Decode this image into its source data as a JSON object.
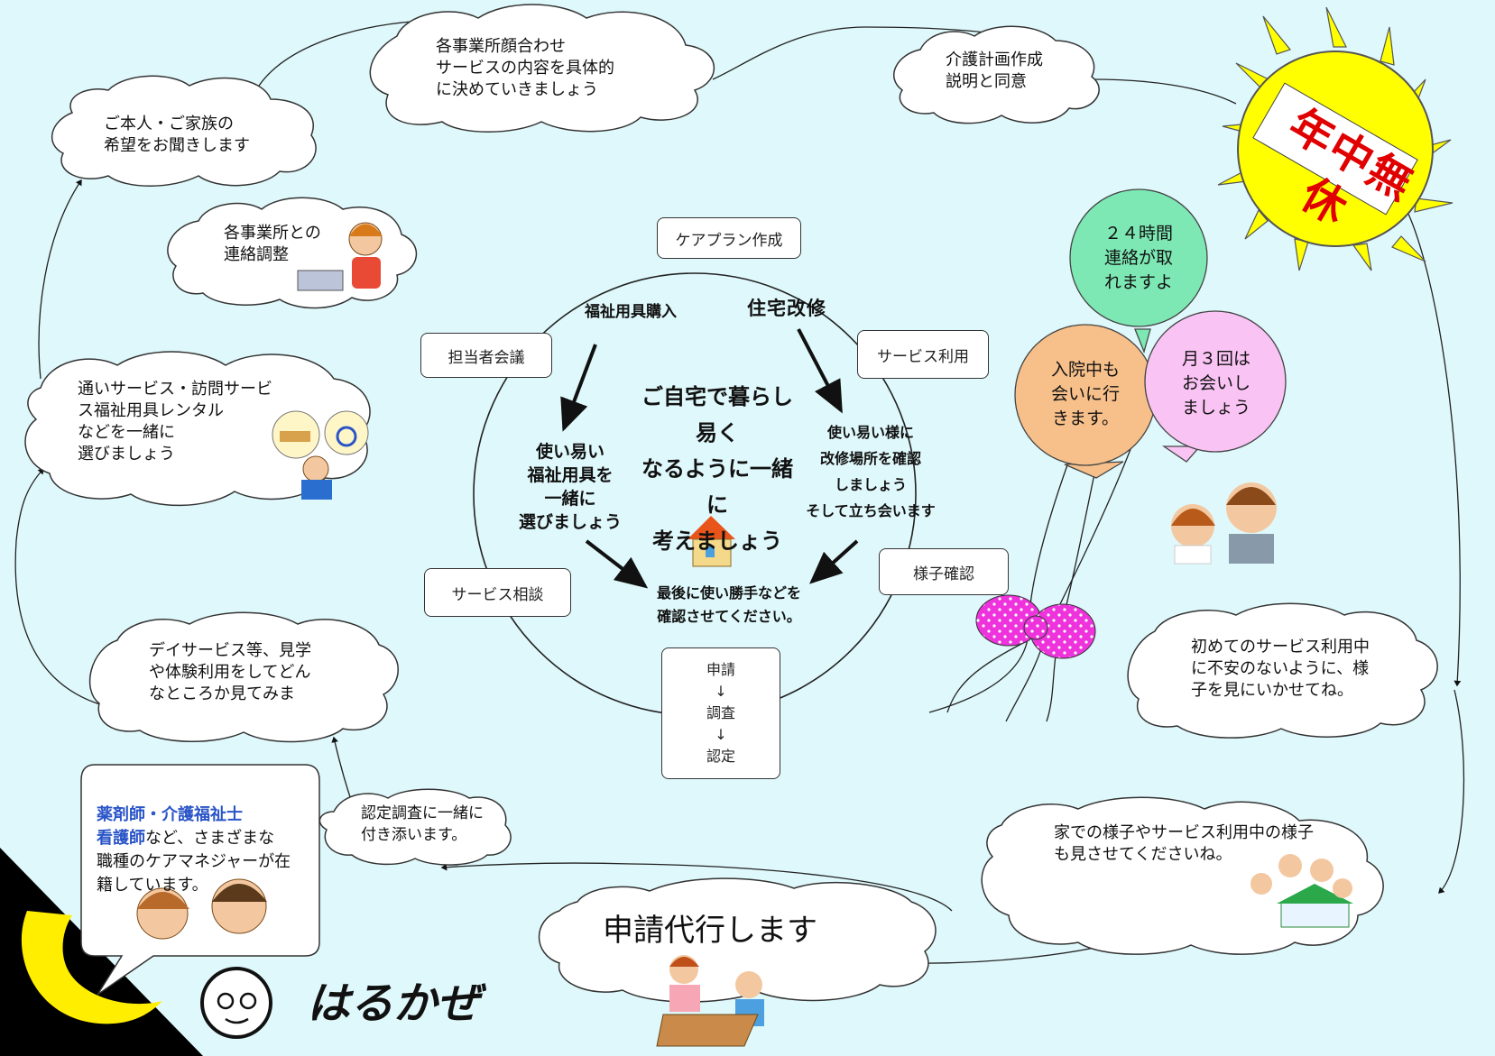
{
  "clouds": {
    "hope": "ご本人・ご家族の\n希望をお聞きします",
    "meeting": "各事業所顔合わせ\nサービスの内容を具体的\nに決めていきましょう",
    "careplan_explain": "介護計画作成\n説明と同意",
    "liaison": "各事業所との\n連絡調整",
    "choose_services": "通いサービス・訪問サービ\nス福祉用具レンタル\nなどを一緒に\n選びましょう",
    "dayservice": "デイサービス等、見学\nや体験利用をしてどん\nなところか見てみま",
    "survey_accompany": "認定調査に一緒に\n付き添います。",
    "first_use": "初めてのサービス利用中\nに不安のないように、様\n子を見にいかせてね。",
    "home_view": "家での様子やサービス利用中の様子\nも見させてくださいね。",
    "application_proxy": "申請代行します"
  },
  "sun": {
    "label": "年中無休"
  },
  "balloons": {
    "green": "２４時間\n連絡が取\nれますよ",
    "orange": "入院中も\n会いに行\nきます。",
    "pink": "月３回は\nお会いし\nましょう"
  },
  "circle": {
    "careplan": "ケアプラン作成",
    "tantousha": "担当者会議",
    "service_use": "サービス利用",
    "service_consult": "サービス相談",
    "status_check": "様子確認",
    "apply_flow": "申請\n↓\n調査\n↓\n認定",
    "welfare_purchase": "福祉用具購入",
    "home_renovation": "住宅改修",
    "center_message": "ご自宅で暮らし易く\nなるように一緒に\n考えましょう",
    "choose_equipment": "使い易い\n福祉用具を\n一緒に\n選びましょう",
    "renovation_check": "使い易い様に\n改修場所を確認\nしましょう\nそして立ち会います",
    "final_check": "最後に使い勝手などを\n確認させてください。"
  },
  "staff_note": {
    "highlight": "薬剤師・介護福祉士\n看護師",
    "rest": "など、さまざまな\n職種のケアマネジャーが在\n籍しています。"
  },
  "logo": {
    "text": "はるかぜ"
  },
  "colors": {
    "background": "#dff8fb",
    "sun": "#ffff00",
    "sun_text": "#e00000",
    "balloon_green": "#7de8b4",
    "balloon_orange": "#f7c08a",
    "balloon_pink": "#f9c3f3",
    "highlight_blue": "#2a55c8",
    "moon": "#ffee00"
  }
}
